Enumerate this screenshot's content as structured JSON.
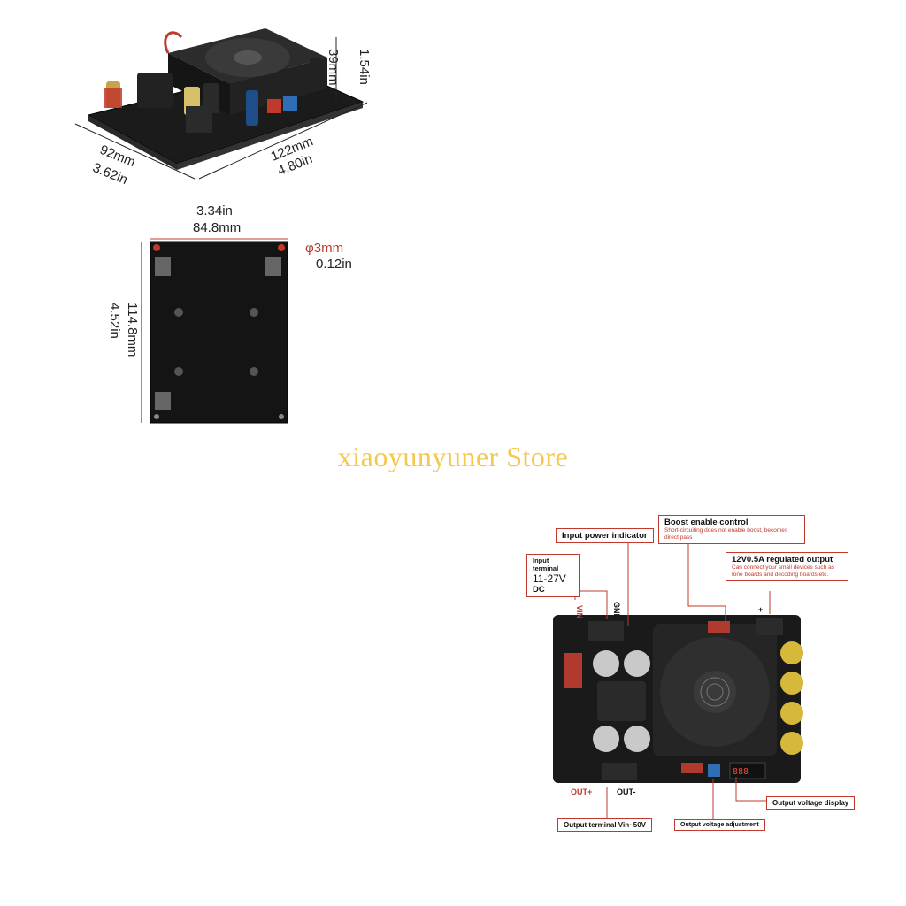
{
  "store_name": "xiaoyunyuner Store",
  "top_view": {
    "height_mm": "39mm",
    "height_in": "1.54in",
    "depth_mm": "92mm",
    "depth_in": "3.62in",
    "length_mm": "122mm",
    "length_in": "4.80in"
  },
  "bottom_view": {
    "width_in": "3.34in",
    "width_mm": "84.8mm",
    "hole_mm": "φ3mm",
    "hole_in": "0.12in",
    "height_mm": "114.8mm",
    "height_in": "4.52in"
  },
  "callouts": {
    "input_terminal_title": "Input terminal",
    "input_voltage": "11-27V",
    "input_dc": "DC",
    "input_power_indicator": "Input power indicator",
    "boost_enable_title": "Boost enable control",
    "boost_enable_note": "Short-circuiting does not enable boost, becomes direct pass",
    "regulated_title": "12V0.5A regulated output",
    "regulated_note": "Can connect your small devices such as tone boards and decoding boards,etc.",
    "output_voltage_display": "Output voltage display",
    "output_terminal": "Output terminal Vin~50V",
    "output_voltage_adjustment": "Output voltage adjustment"
  },
  "pins": {
    "vin": "VIN",
    "gnd": "GND",
    "out_plus": "OUT+",
    "out_minus": "OUT-",
    "reg_plus": "+",
    "reg_minus": "-"
  }
}
